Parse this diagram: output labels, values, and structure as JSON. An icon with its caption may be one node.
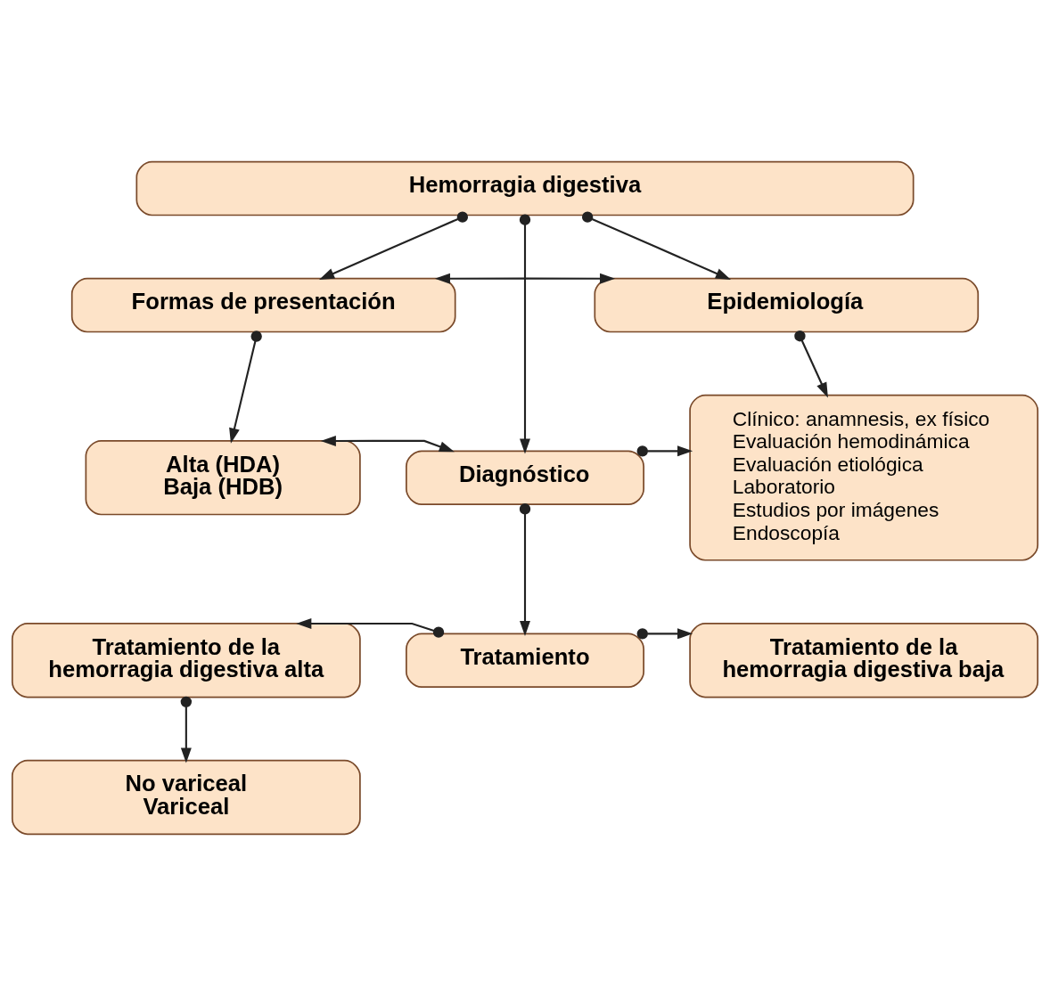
{
  "diagram": {
    "nodes": [
      {
        "text": [
          "Hemorragia digestiva"
        ]
      },
      {
        "text": [
          "Formas de presentación"
        ]
      },
      {
        "text": [
          "Epidemiología"
        ]
      },
      {
        "text": [
          "Alta (HDA)",
          "Baja (HDB)"
        ]
      },
      {
        "text": [
          "Diagnóstico"
        ]
      },
      {
        "text": [
          "Clínico: anamnesis, ex físico",
          "Evaluación hemodinámica",
          "Evaluación etiológica",
          "Laboratorio",
          "Estudios por imágenes",
          "Endoscopía"
        ]
      },
      {
        "text": [
          "Tratamiento de la hemorragia digestiva alta"
        ]
      },
      {
        "text": [
          "Tratamiento"
        ]
      },
      {
        "text": [
          "Tratamiento de la hemorragia digestiva baja"
        ]
      },
      {
        "text": [
          "No variceal",
          "Variceal"
        ]
      }
    ],
    "edges": [
      {
        "from": 0,
        "to": 1,
        "arrow": "to"
      },
      {
        "from": 0,
        "to": 4,
        "arrow": "to"
      },
      {
        "from": 0,
        "to": 2,
        "arrow": "to"
      },
      {
        "from": 1,
        "to": 2,
        "arrow": "both"
      },
      {
        "from": 1,
        "to": 3,
        "arrow": "to"
      },
      {
        "from": 2,
        "to": 5,
        "arrow": "to"
      },
      {
        "from": 3,
        "to": 4,
        "arrow": "both"
      },
      {
        "from": 4,
        "to": 5,
        "arrow": "to"
      },
      {
        "from": 4,
        "to": 7,
        "arrow": "to"
      },
      {
        "from": 7,
        "to": 6,
        "arrow": "to"
      },
      {
        "from": 7,
        "to": 8,
        "arrow": "to"
      },
      {
        "from": 6,
        "to": 9,
        "arrow": "to"
      }
    ]
  }
}
